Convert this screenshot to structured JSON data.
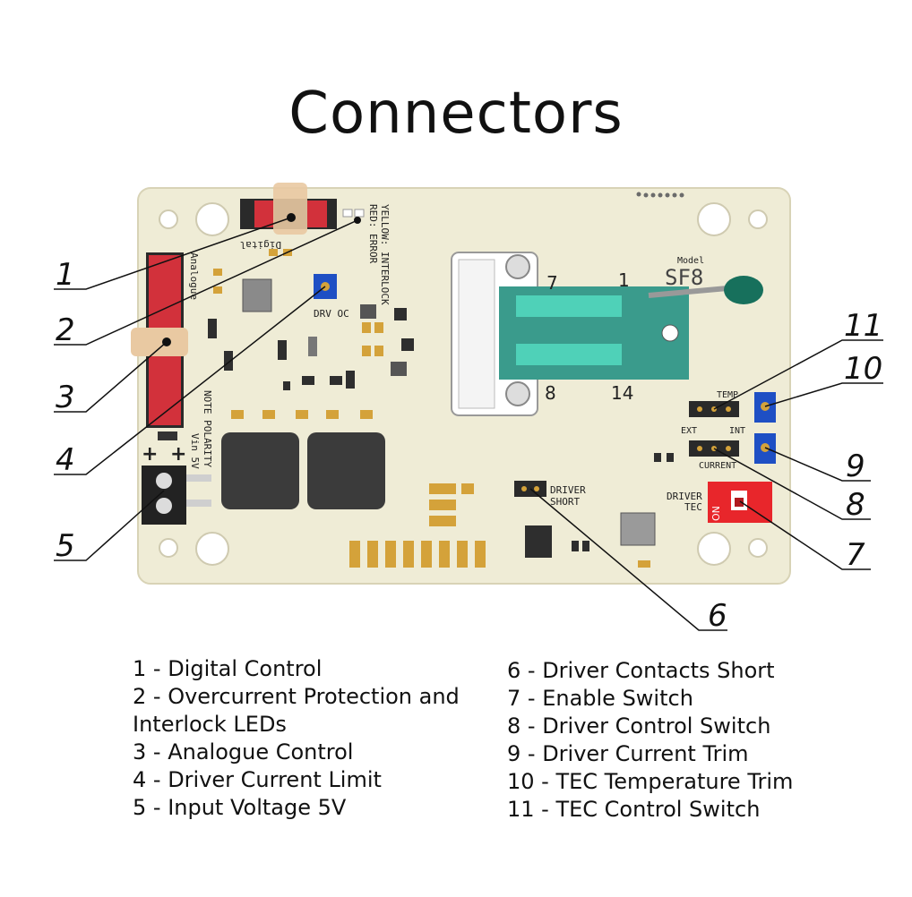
{
  "title": "Connectors",
  "board": {
    "silk_digital": "Digital",
    "silk_analogue": "Analogue",
    "silk_led_yellow": "YELLOW: INTERLOCK",
    "silk_led_red": "RED: ERROR",
    "silk_drv_oc": "DRV OC",
    "silk_note_polarity": "NOTE POLARITY",
    "silk_vin": "Vin 5V",
    "silk_plus_a": "+",
    "silk_plus_b": "+",
    "silk_model": "Model",
    "silk_sf8": "SF8",
    "silk_pin1": "1",
    "silk_pin8": "8",
    "silk_pin14": "14",
    "silk_pin7": "7",
    "silk_temp": "TEMP",
    "silk_ext": "EXT",
    "silk_int": "INT",
    "silk_current": "CURRENT",
    "silk_driver_tec_1": "DRIVER",
    "silk_driver_tec_2": "TEC",
    "silk_on": "ON",
    "silk_driver_short_1": "DRIVER",
    "silk_driver_short_2": "SHORT",
    "colors": {
      "board": "#efecd6",
      "header_red": "#d2313b",
      "trimmer_blue": "#1e4fc4",
      "zif_green": "#3a9b8c",
      "dip_red": "#e8262b",
      "pad_gold": "#d4a23a"
    }
  },
  "callouts": [
    "1",
    "2",
    "3",
    "4",
    "5",
    "6",
    "7",
    "8",
    "9",
    "10",
    "11"
  ],
  "legend_left": [
    "1 - Digital Control",
    "2 - Overcurrent Protection and",
    "Interlock LEDs",
    "3 - Analogue Control",
    "4 - Driver Current Limit",
    "5 - Input Voltage 5V"
  ],
  "legend_right": [
    "6 - Driver Contacts Short",
    "7 - Enable Switch",
    "8 - Driver Control Switch",
    "9 - Driver Current Trim",
    "10 - TEC Temperature Trim",
    "11 - TEC Control Switch"
  ]
}
